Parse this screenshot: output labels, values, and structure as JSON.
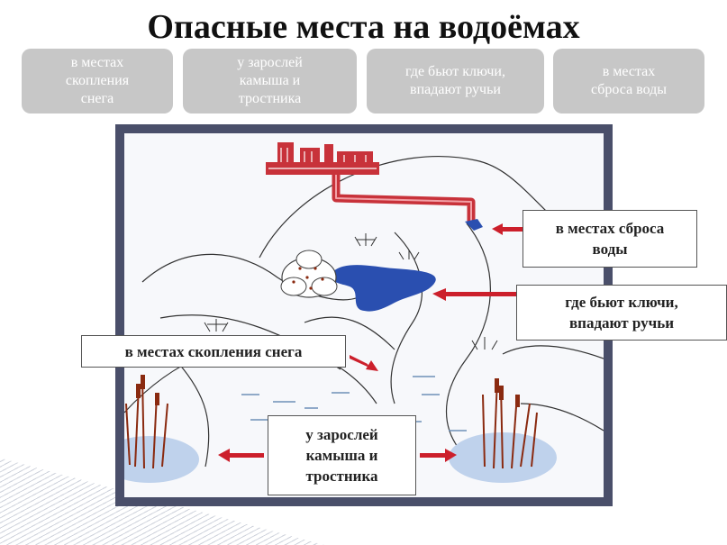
{
  "title": "Опасные места на водоёмах",
  "tiles": [
    "в местах\nскопления\nснега",
    "у зарослей\nкамыша и\nтростника",
    "где бьют ключи,\nвпадают ручьи",
    "в местах\nсброса воды"
  ],
  "labels": {
    "water_discharge": "в местах сброса\nводы",
    "springs": "где бьют ключи,\nвпадают ручьи",
    "snow": "в местах скопления снега",
    "reeds": "у зарослей\nкамыша и\nтростника"
  },
  "colors": {
    "tile": "#c7c7c7",
    "frame": "#4a4f6a",
    "arrow": "#cc1f2b",
    "water": "#2a4fb0",
    "factory": "#c8323a",
    "reeds": "#8a2a10"
  }
}
